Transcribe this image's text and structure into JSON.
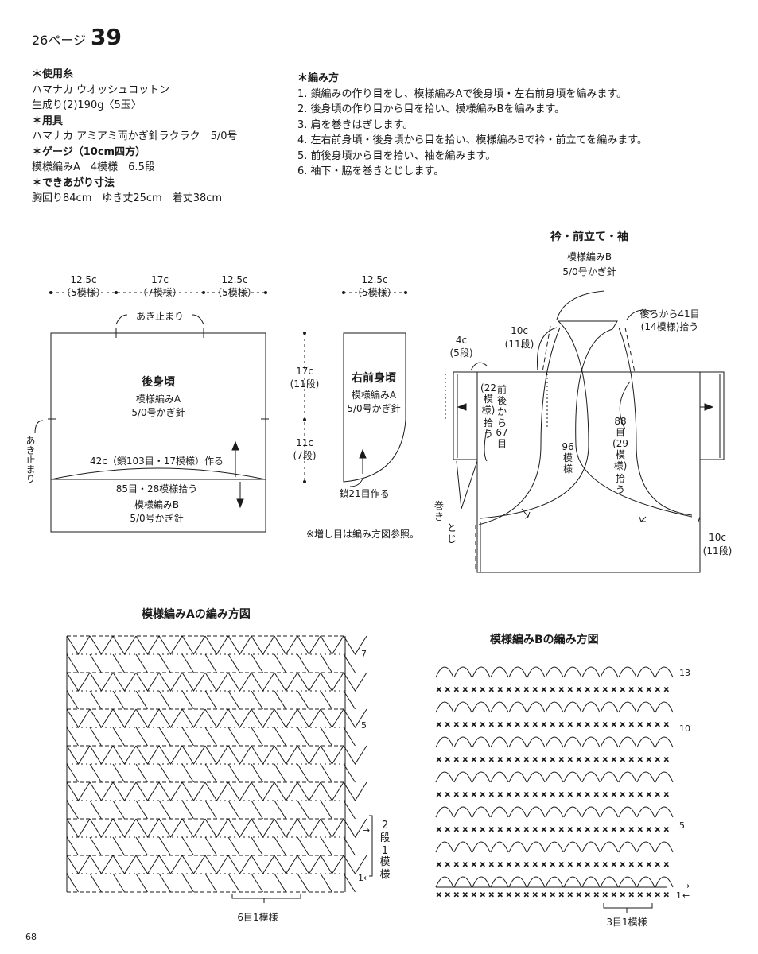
{
  "header": {
    "page_ref": "26ページ",
    "pattern_no": "39",
    "page_number": "68"
  },
  "materials": [
    {
      "text": "＊使用糸",
      "bold": true
    },
    {
      "text": "ハマナカ ウオッシュコットン",
      "bold": false
    },
    {
      "text": "生成り(2)190g〈5玉〉",
      "bold": false
    },
    {
      "text": "＊用具",
      "bold": true
    },
    {
      "text": "ハマナカ アミアミ両かぎ針ラクラク　5/0号",
      "bold": false
    },
    {
      "text": "＊ゲージ（10cm四方）",
      "bold": true
    },
    {
      "text": "模様編みA　4模様　6.5段",
      "bold": false
    },
    {
      "text": "＊できあがり寸法",
      "bold": true
    },
    {
      "text": "胸回り84cm　ゆき丈25cm　着丈38cm",
      "bold": false
    }
  ],
  "instructions": {
    "heading": "＊編み方",
    "steps": [
      "1. 鎖編みの作り目をし、模様編みAで後身頃・左右前身頃を編みます。",
      "2. 後身頃の作り目から目を拾い、模様編みBを編みます。",
      "3. 肩を巻きはぎします。",
      "4. 左右前身頃・後身頃から目を拾い、模様編みBで衿・前立てを編みます。",
      "5. 前後身頃から目を拾い、袖を編みます。",
      "6. 袖下・脇を巻きとじします。"
    ]
  },
  "back_body": {
    "title": "後身頃",
    "pattern": "模様編みA",
    "hook": "5/0号かぎ針",
    "w_left": "12.5c",
    "w_left_sub": "（5模様）",
    "w_mid": "17c",
    "w_mid_sub": "（7模様）",
    "w_right": "12.5c",
    "w_right_sub": "（5模様）",
    "opening_top": "あき止まり",
    "opening_side": "あき止まり",
    "chain_start": "42c（鎖103目・17模様）作る",
    "pick_up": "85目・28模様拾う",
    "hem_pattern": "模様編みB",
    "hem_hook": "5/0号かぎ針"
  },
  "right_front": {
    "title": "右前身頃",
    "pattern": "模様編みA",
    "hook": "5/0号かぎ針",
    "width": "12.5c",
    "width_sub": "（5模様）",
    "h_upper": "17c",
    "h_upper_sub": "(11段)",
    "h_lower": "11c",
    "h_lower_sub": "(7段)",
    "chain": "鎖21目作る",
    "note": "※増し目は編み方図参照。"
  },
  "collar": {
    "title": "衿・前立て・袖",
    "pattern": "模様編みB",
    "hook": "5/0号かぎ針",
    "back_pick": "後ろから41目",
    "back_pick_sub": "(14模様)拾う",
    "collar_h": "10c",
    "collar_h_sub": "(11段)",
    "sleeve_h": "4c",
    "sleeve_h_sub": "(5段)",
    "sleeve_pick": [
      "前",
      "後",
      "か",
      "ら",
      "67",
      "目"
    ],
    "sleeve_pick_sub": [
      "(22",
      "模",
      "様)",
      "拾",
      "う"
    ],
    "front_pick": [
      "88",
      "目",
      "(29",
      "模",
      "様)",
      "拾",
      "う"
    ],
    "stitches": [
      "96",
      "模",
      "様"
    ],
    "seam": [
      "巻",
      "き",
      "と",
      "じ"
    ],
    "hem_h": "10c",
    "hem_h_sub": "(11段)"
  },
  "chart_a": {
    "title": "模様編みAの編み方図",
    "row_labels": [
      "7",
      "5"
    ],
    "repeat_rows": [
      "2",
      "段",
      "1",
      "模",
      "様"
    ],
    "arrow_in": "→",
    "arrow_back": "1←",
    "repeat_stitches": "6目1模様"
  },
  "chart_b": {
    "title": "模様編みBの編み方図",
    "row_labels": [
      "13",
      "10",
      "5"
    ],
    "row_end_label": "1",
    "arrow_in": "→",
    "arrow_back": "←",
    "repeat_stitches": "3目1模様"
  }
}
